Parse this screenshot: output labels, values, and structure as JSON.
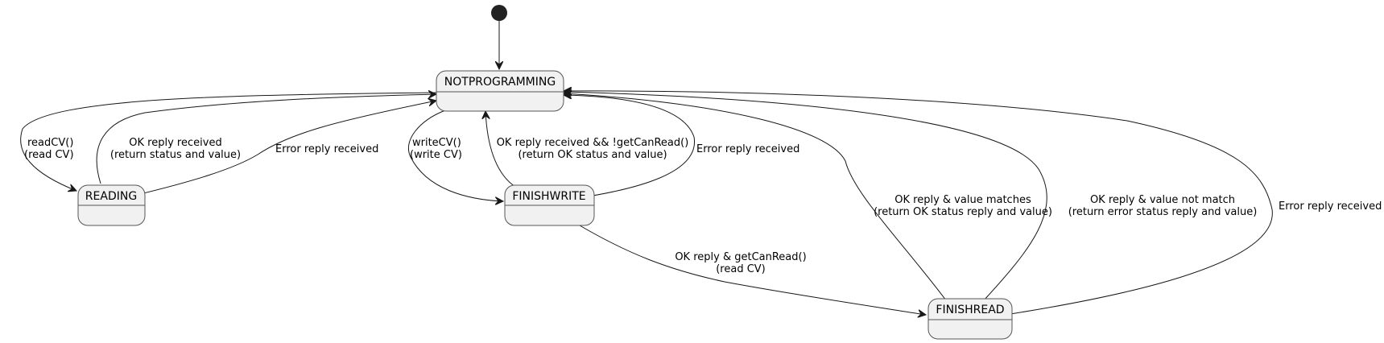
{
  "diagram": {
    "type": "state-machine",
    "initial_state": "NOTPROGRAMMING",
    "states": {
      "notprogramming": "NOTPROGRAMMING",
      "reading": "READING",
      "finishwrite": "FINISHWRITE",
      "finishread": "FINISHREAD"
    },
    "transitions": [
      {
        "from": "NOTPROGRAMMING",
        "to": "READING",
        "label": [
          "readCV()",
          "(read CV)"
        ]
      },
      {
        "from": "READING",
        "to": "NOTPROGRAMMING",
        "label": [
          "OK reply received",
          "(return status and value)"
        ]
      },
      {
        "from": "READING",
        "to": "NOTPROGRAMMING",
        "label": [
          "Error reply received"
        ]
      },
      {
        "from": "NOTPROGRAMMING",
        "to": "FINISHWRITE",
        "label": [
          "writeCV()",
          "(write CV)"
        ]
      },
      {
        "from": "FINISHWRITE",
        "to": "NOTPROGRAMMING",
        "label": [
          "OK reply received && !getCanRead()",
          "(return OK status and value)"
        ]
      },
      {
        "from": "FINISHWRITE",
        "to": "NOTPROGRAMMING",
        "label": [
          "Error reply received"
        ]
      },
      {
        "from": "FINISHWRITE",
        "to": "FINISHREAD",
        "label": [
          "OK reply & getCanRead()",
          "(read CV)"
        ]
      },
      {
        "from": "FINISHREAD",
        "to": "NOTPROGRAMMING",
        "label": [
          "OK reply & value matches",
          "(return OK status reply and value)"
        ]
      },
      {
        "from": "FINISHREAD",
        "to": "NOTPROGRAMMING",
        "label": [
          "OK reply & value not match",
          "(return error status reply and value)"
        ]
      },
      {
        "from": "FINISHREAD",
        "to": "NOTPROGRAMMING",
        "label": [
          "Error reply received"
        ]
      }
    ]
  },
  "labels": {
    "t0a": "readCV()",
    "t0b": "(read CV)",
    "t1a": "OK reply received",
    "t1b": "(return status and value)",
    "t2a": "Error reply received",
    "t3a": "writeCV()",
    "t3b": "(write CV)",
    "t4a": "OK reply received && !getCanRead()",
    "t4b": "(return OK status and value)",
    "t5a": "Error reply received",
    "t6a": "OK reply & getCanRead()",
    "t6b": "(read CV)",
    "t7a": "OK reply & value matches",
    "t7b": "(return OK status reply and value)",
    "t8a": "OK reply & value not match",
    "t8b": "(return error status reply and value)",
    "t9a": "Error reply received"
  }
}
